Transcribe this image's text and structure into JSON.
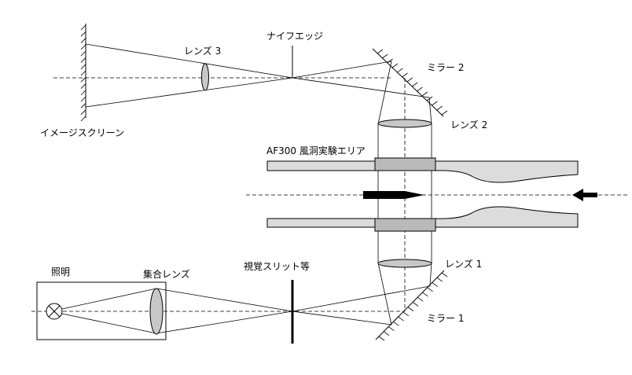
{
  "labels": {
    "lens3": "レンズ 3",
    "knife_edge": "ナイフエッジ",
    "mirror2": "ミラー 2",
    "image_screen": "イメージスクリーン",
    "lens2": "レンズ 2",
    "test_section": "AF300 風洞実験エリア",
    "illumination": "照明",
    "condenser_lens": "集合レンズ",
    "slit": "視覚スリット等",
    "lens1": "レンズ 1",
    "mirror1": "ミラー 1"
  },
  "colors": {
    "line": "#000000",
    "lens_fill": "#c8c8c8",
    "tunnel_fill": "#dcdcdc",
    "window_fill": "#b9b9b9"
  }
}
